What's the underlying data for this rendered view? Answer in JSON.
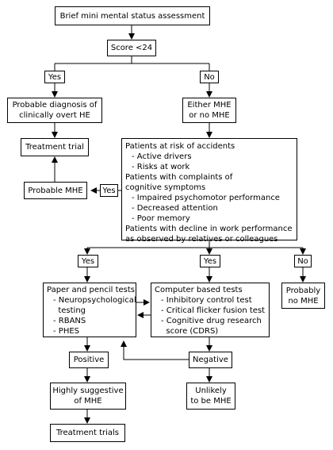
{
  "nodes": {
    "assessment": "Brief mini mental status assessment",
    "score": "Score <24",
    "yes_top": "Yes",
    "no_top": "No",
    "probable_overt": [
      "Probable diagnosis of",
      "clinically overt HE"
    ],
    "either_mhe": [
      "Either MHE",
      "or no MHE"
    ],
    "treatment_trial": "Treatment trial",
    "probable_mhe": "Probable MHE",
    "yes_risk": "Yes",
    "risk_box": {
      "lines": [
        {
          "text": "Patients at risk of accidents",
          "indent": false
        },
        {
          "text": "- Active drivers",
          "indent": true
        },
        {
          "text": "- Risks at work",
          "indent": true
        },
        {
          "text": "Patients with complaints of",
          "indent": false
        },
        {
          "text": "cognitive symptoms",
          "indent": false
        },
        {
          "text": "- Impaired psychomotor performance",
          "indent": true
        },
        {
          "text": "- Decreased attention",
          "indent": true
        },
        {
          "text": "- Poor memory",
          "indent": true
        },
        {
          "text": "Patients with decline in work performance",
          "indent": false
        },
        {
          "text": "as observed by relatives or colleagues",
          "indent": false
        }
      ]
    },
    "yes_left": "Yes",
    "yes_mid": "Yes",
    "no_right": "No",
    "paper_tests": {
      "lines": [
        {
          "text": "Paper and pencil tests",
          "indent": false
        },
        {
          "text": "- Neuropsychological",
          "indent": true
        },
        {
          "text": "  testing",
          "indent": true
        },
        {
          "text": "- RBANS",
          "indent": true
        },
        {
          "text": "- PHES",
          "indent": true
        }
      ]
    },
    "computer_tests": {
      "lines": [
        {
          "text": "Computer based tests",
          "indent": false
        },
        {
          "text": "- Inhibitory control test",
          "indent": true
        },
        {
          "text": "- Critical flicker fusion test",
          "indent": true
        },
        {
          "text": "- Cognitive drug research",
          "indent": true
        },
        {
          "text": "  score (CDRS)",
          "indent": true
        }
      ]
    },
    "probably_no_mhe": [
      "Probably",
      "no MHE"
    ],
    "positive": "Positive",
    "negative": "Negative",
    "highly_suggestive": [
      "Highly suggestive",
      "of MHE"
    ],
    "unlikely": [
      "Unlikely",
      "to be MHE"
    ],
    "treatment_trials": "Treatment trials"
  }
}
